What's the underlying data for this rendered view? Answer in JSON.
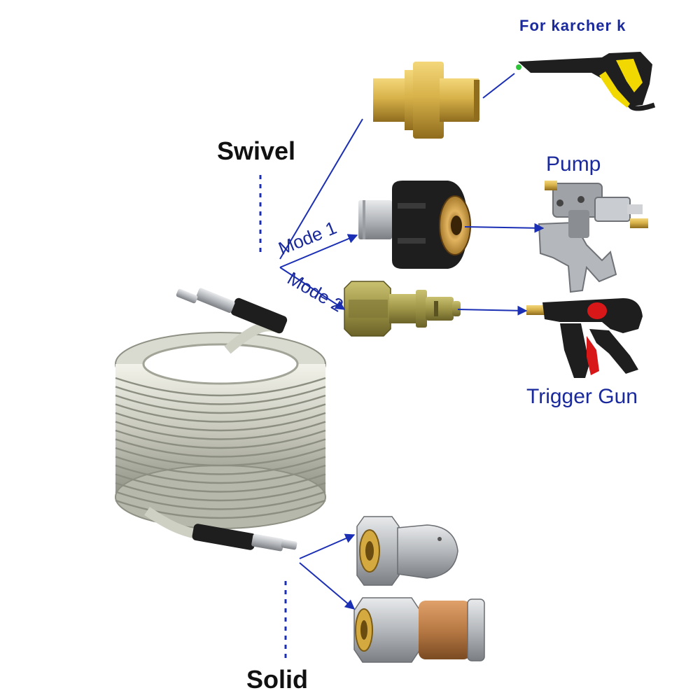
{
  "labels": {
    "karcher": "For karcher k",
    "swivel": "Swivel",
    "pump": "Pump",
    "mode1": "Mode 1",
    "mode2": "Mode 2",
    "trigger_gun": "Trigger Gun",
    "solid": "Solid"
  },
  "colors": {
    "text_blue": "#1a2a9c",
    "arrow_blue": "#1b2fb5",
    "text_black": "#111111",
    "brass": "#c9a338",
    "steel": "#b9bcc0",
    "hose": "#cfd0c4",
    "black_part": "#1e1e1e",
    "gun_yellow": "#f0d800",
    "gun_red": "#d81818",
    "copper": "#b87a45"
  },
  "icons": [
    "coiled-hose-icon",
    "brass-karcher-adapter-icon",
    "karcher-gun-icon",
    "m22-coupler-icon",
    "pump-icon",
    "quick-connect-plug-icon",
    "trigger-gun-icon",
    "rotating-nozzle-icon",
    "sewer-jetter-nozzle-icon"
  ]
}
